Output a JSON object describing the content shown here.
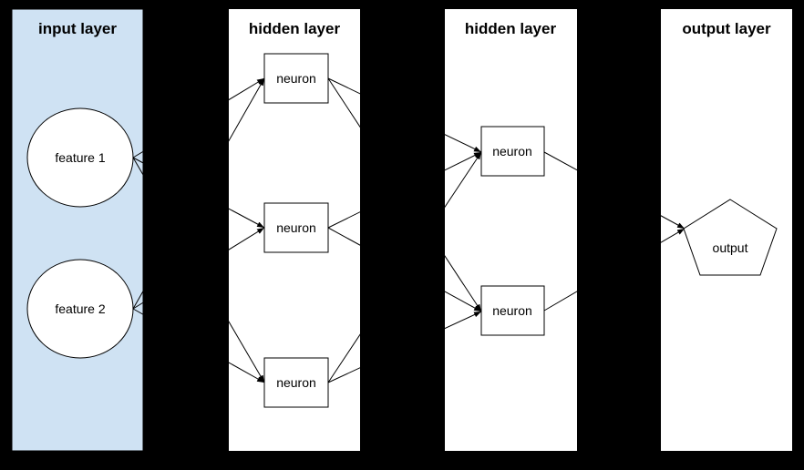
{
  "diagram": {
    "type": "neural-network-layer-diagram",
    "colors": {
      "background": "#000000",
      "stroke": "#000000",
      "text": "#000000",
      "node_fill": "#ffffff",
      "input_panel_fill": "#cfe2f3",
      "panel_fill": "#ffffff"
    },
    "layers": [
      {
        "id": "input-layer",
        "title": "input layer",
        "fill": "#cfe2f3"
      },
      {
        "id": "hidden-layer-1",
        "title": "hidden layer",
        "fill": "#ffffff"
      },
      {
        "id": "hidden-layer-2",
        "title": "hidden layer",
        "fill": "#ffffff"
      },
      {
        "id": "output-layer",
        "title": "output layer",
        "fill": "#ffffff"
      }
    ],
    "nodes": [
      {
        "id": "feature-1",
        "label": "feature 1",
        "shape": "ellipse",
        "layer": "input-layer"
      },
      {
        "id": "feature-2",
        "label": "feature 2",
        "shape": "ellipse",
        "layer": "input-layer"
      },
      {
        "id": "h1-neuron-1",
        "label": "neuron",
        "shape": "rectangle",
        "layer": "hidden-layer-1"
      },
      {
        "id": "h1-neuron-2",
        "label": "neuron",
        "shape": "rectangle",
        "layer": "hidden-layer-1"
      },
      {
        "id": "h1-neuron-3",
        "label": "neuron",
        "shape": "rectangle",
        "layer": "hidden-layer-1"
      },
      {
        "id": "h2-neuron-1",
        "label": "neuron",
        "shape": "rectangle",
        "layer": "hidden-layer-2"
      },
      {
        "id": "h2-neuron-2",
        "label": "neuron",
        "shape": "rectangle",
        "layer": "hidden-layer-2"
      },
      {
        "id": "output",
        "label": "output",
        "shape": "pentagon",
        "layer": "output-layer"
      }
    ],
    "edges": [
      {
        "from": "feature-1",
        "to": "h1-neuron-1"
      },
      {
        "from": "feature-1",
        "to": "h1-neuron-2"
      },
      {
        "from": "feature-1",
        "to": "h1-neuron-3"
      },
      {
        "from": "feature-2",
        "to": "h1-neuron-1"
      },
      {
        "from": "feature-2",
        "to": "h1-neuron-2"
      },
      {
        "from": "feature-2",
        "to": "h1-neuron-3"
      },
      {
        "from": "h1-neuron-1",
        "to": "h2-neuron-1"
      },
      {
        "from": "h1-neuron-1",
        "to": "h2-neuron-2"
      },
      {
        "from": "h1-neuron-2",
        "to": "h2-neuron-1"
      },
      {
        "from": "h1-neuron-2",
        "to": "h2-neuron-2"
      },
      {
        "from": "h1-neuron-3",
        "to": "h2-neuron-1"
      },
      {
        "from": "h1-neuron-3",
        "to": "h2-neuron-2"
      },
      {
        "from": "h2-neuron-1",
        "to": "output"
      },
      {
        "from": "h2-neuron-2",
        "to": "output"
      }
    ]
  }
}
